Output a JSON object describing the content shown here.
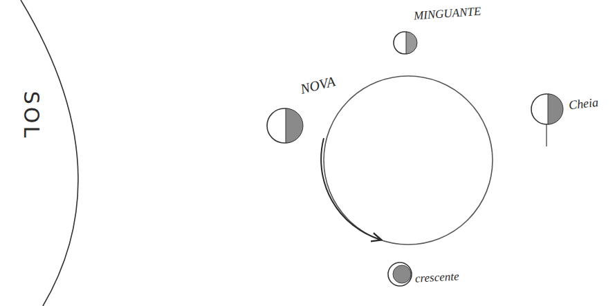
{
  "diagram": {
    "nodes": [
      {
        "text": [
          "SOL"
        ]
      }
    ],
    "labels": [
      "MINGUANTE",
      "NOVA",
      "Cheia",
      "crescente"
    ]
  }
}
